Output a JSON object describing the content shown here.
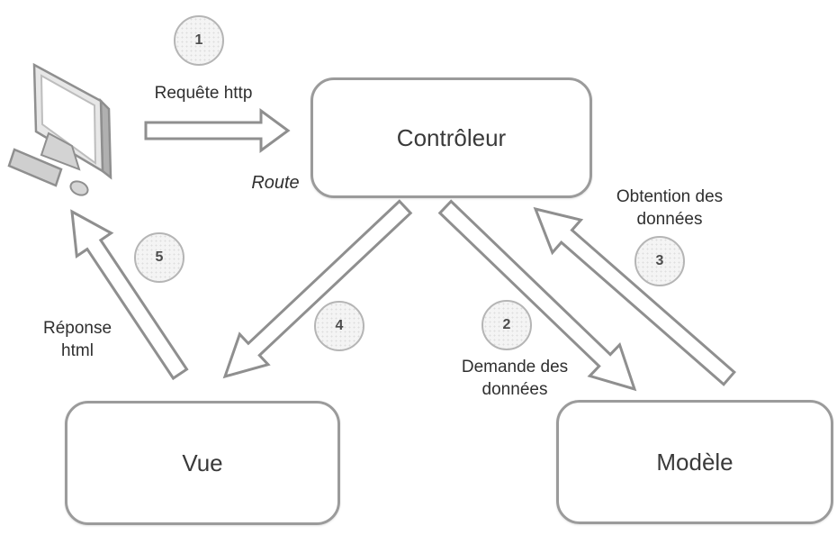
{
  "diagram": {
    "type": "mvc-request-flow",
    "nodes": {
      "controller": {
        "label": "Contrôleur"
      },
      "view": {
        "label": "Vue"
      },
      "model": {
        "label": "Modèle"
      }
    },
    "client": {
      "icon": "desktop-computer-icon"
    },
    "edge_labels": {
      "request": "Requête http",
      "route": "Route",
      "demand": "Demande des données",
      "obtain": "Obtention des données",
      "response": "Réponse html"
    },
    "steps": [
      {
        "number": "1"
      },
      {
        "number": "2"
      },
      {
        "number": "3"
      },
      {
        "number": "4"
      },
      {
        "number": "5"
      }
    ],
    "colors": {
      "background": "#ffffff",
      "box_border": "#9b9b9b",
      "arrow_stroke": "#8f8f8f",
      "arrow_fill": "#ffffff",
      "badge_fill": "#f4f4f4",
      "badge_border": "#b5b5b5",
      "text": "#2f2f2f"
    }
  }
}
